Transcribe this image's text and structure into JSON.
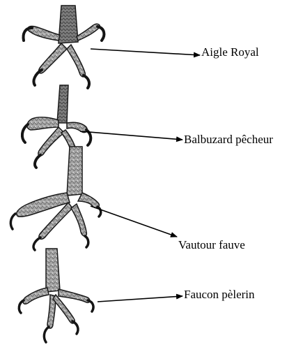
{
  "labels": [
    "Aigle Royal",
    "Balbuzard pêcheur",
    "Vautour fauve",
    "Faucon pèlerin"
  ],
  "colors": {
    "ink": "#1a1a1a",
    "scale_fill": "#a7a7a7",
    "scale_dark": "#5b5b5b",
    "claw": "#151515"
  }
}
